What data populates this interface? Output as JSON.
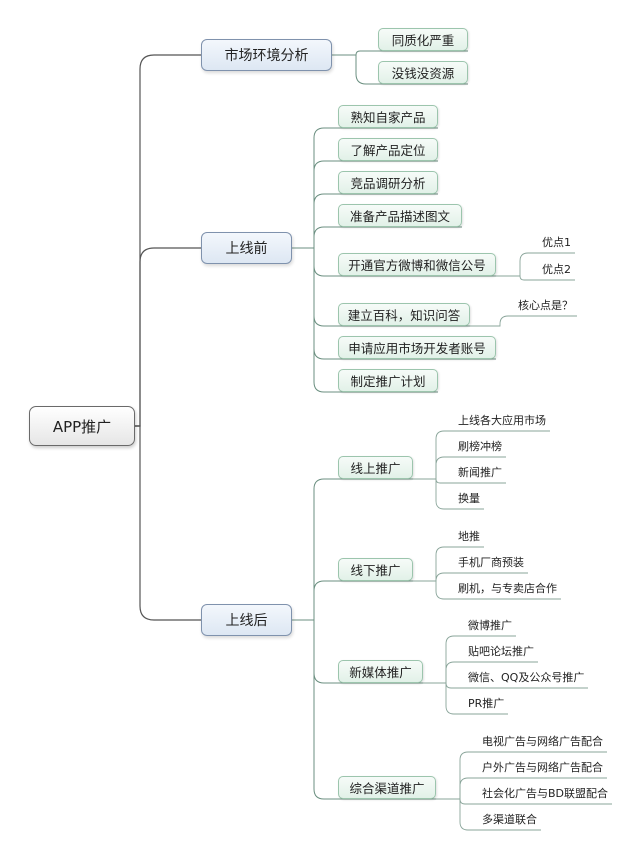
{
  "root": {
    "label": "APP推广"
  },
  "branches": [
    {
      "label": "市场环境分析",
      "children": [
        {
          "label": "同质化严重"
        },
        {
          "label": "没钱没资源"
        }
      ]
    },
    {
      "label": "上线前",
      "children": [
        {
          "label": "熟知自家产品"
        },
        {
          "label": "了解产品定位"
        },
        {
          "label": "竞品调研分析"
        },
        {
          "label": "准备产品描述图文"
        },
        {
          "label": "开通官方微博和微信公号",
          "children": [
            "优点1",
            "优点2"
          ]
        },
        {
          "label": "建立百科，知识问答",
          "children": [
            "核心点是？"
          ]
        },
        {
          "label": "申请应用市场开发者账号"
        },
        {
          "label": "制定推广计划"
        }
      ]
    },
    {
      "label": "上线后",
      "children": [
        {
          "label": "线上推广",
          "children": [
            "上线各大应用市场",
            "刷榜冲榜",
            "新闻推广",
            "换量"
          ]
        },
        {
          "label": "线下推广",
          "children": [
            "地推",
            "手机厂商预装",
            "刷机，与专卖店合作"
          ]
        },
        {
          "label": "新媒体推广",
          "children": [
            "微博推广",
            "贴吧论坛推广",
            "微信、QQ及公众号推广",
            "PR推广"
          ]
        },
        {
          "label": "综合渠道推广",
          "children": [
            "电视广告与网络广告配合",
            "户外广告与网络广告配合",
            "社会化广告与BD联盟配合",
            "多渠道联合"
          ]
        }
      ]
    }
  ],
  "colors": {
    "root_line": "#555555",
    "main_line": "#6b8f80",
    "sub_line": "#8aa59a"
  }
}
